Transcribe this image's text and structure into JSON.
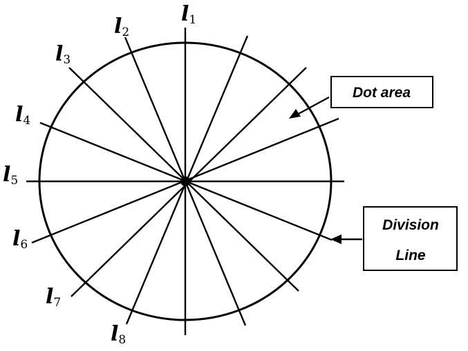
{
  "lines": [
    {
      "id": "l1",
      "letter": "l",
      "index": "1"
    },
    {
      "id": "l2",
      "letter": "l",
      "index": "2"
    },
    {
      "id": "l3",
      "letter": "l",
      "index": "3"
    },
    {
      "id": "l4",
      "letter": "l",
      "index": "4"
    },
    {
      "id": "l5",
      "letter": "l",
      "index": "5"
    },
    {
      "id": "l6",
      "letter": "l",
      "index": "6"
    },
    {
      "id": "l7",
      "letter": "l",
      "index": "7"
    },
    {
      "id": "l8",
      "letter": "l",
      "index": "8"
    }
  ],
  "callouts": {
    "dot_area": "Dot area",
    "division_line": [
      "Division",
      "Line"
    ]
  },
  "colors": {
    "stroke": "#000000",
    "background": "#ffffff"
  }
}
